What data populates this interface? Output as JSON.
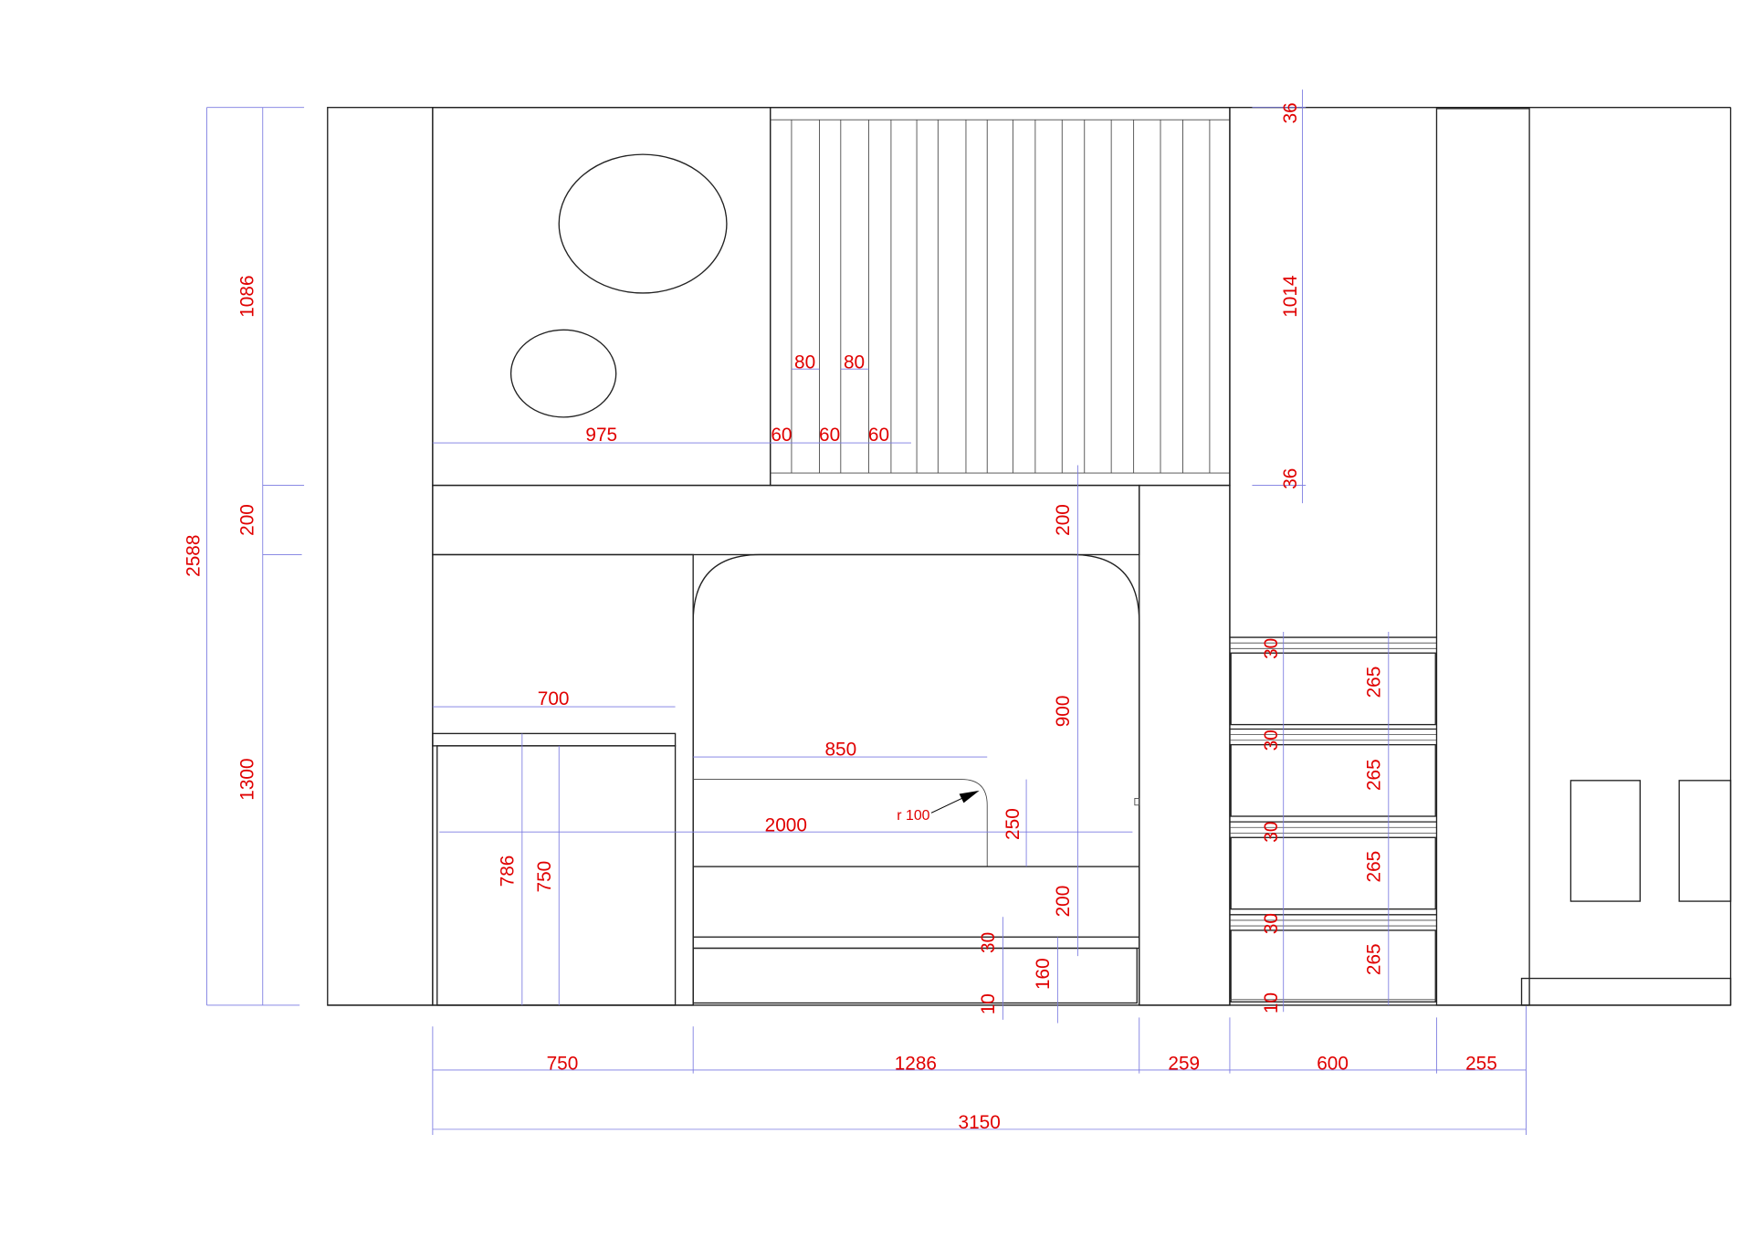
{
  "drawing": {
    "overall": {
      "height_total": "2588",
      "upper": "1086",
      "beam": "200",
      "lower": "1300"
    },
    "loft": {
      "panel_width": "975",
      "slat_gap_1": "60",
      "slat_gap_2": "60",
      "slat_gap_3": "60",
      "slat_width_1": "80",
      "slat_width_2": "80",
      "rail_height": "1014",
      "top_rail": "36",
      "bottom_rail": "36"
    },
    "bed": {
      "beam_height": "200",
      "opening_height": "900",
      "base_height": "200",
      "headboard_height": "250",
      "drawer_gap": "30",
      "floor_gap": "10",
      "drawer_height": "160",
      "headboard_width": "850",
      "bed_length": "2000",
      "radius": "r 100"
    },
    "desk": {
      "width": "700",
      "height_total": "786",
      "height_body": "750"
    },
    "stairs": {
      "riser_1": "30",
      "riser_2": "30",
      "riser_3": "30",
      "riser_4": "30",
      "floor_gap": "10",
      "step_1": "265",
      "step_2": "265",
      "step_3": "265",
      "step_4": "265"
    },
    "bottom_dims": {
      "desk_zone": "750",
      "bed_zone": "1286",
      "column": "259",
      "stairs": "600",
      "wardrobe": "255",
      "total": "3150"
    }
  },
  "colors": {
    "dimension_text": "#e00000",
    "dimension_line": "#7a7ae0",
    "outline": "#222222"
  }
}
